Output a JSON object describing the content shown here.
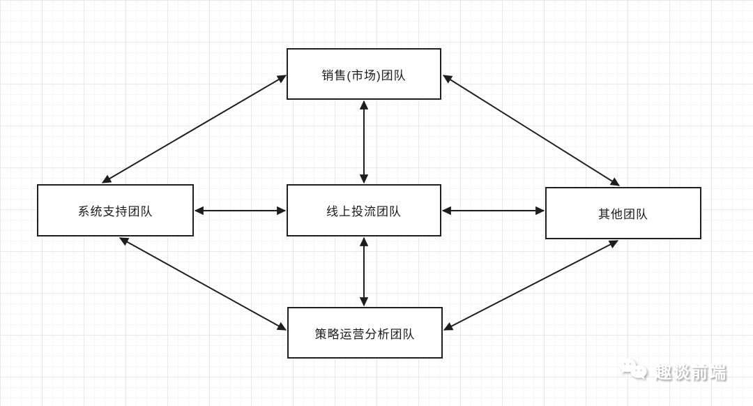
{
  "diagram": {
    "nodes": [
      {
        "id": "sales",
        "label": "销售(市场)团队"
      },
      {
        "id": "system-support",
        "label": "系统支持团队"
      },
      {
        "id": "online-traffic",
        "label": "线上投流团队"
      },
      {
        "id": "other",
        "label": "其他团队"
      },
      {
        "id": "strategy-ops",
        "label": "策略运营分析团队"
      }
    ],
    "edges": [
      {
        "from": "sales",
        "to": "system-support",
        "bidirectional": true
      },
      {
        "from": "sales",
        "to": "online-traffic",
        "bidirectional": true
      },
      {
        "from": "sales",
        "to": "other",
        "bidirectional": true
      },
      {
        "from": "system-support",
        "to": "online-traffic",
        "bidirectional": true
      },
      {
        "from": "online-traffic",
        "to": "other",
        "bidirectional": true
      },
      {
        "from": "system-support",
        "to": "strategy-ops",
        "bidirectional": true
      },
      {
        "from": "online-traffic",
        "to": "strategy-ops",
        "bidirectional": true
      },
      {
        "from": "other",
        "to": "strategy-ops",
        "bidirectional": true
      }
    ]
  },
  "watermark": {
    "icon": "wechat-icon",
    "text": "趣谈前端"
  },
  "colors": {
    "background": "#ffffff",
    "grid_minor": "#f6f6f6",
    "grid_major": "#e8e8e8",
    "box_fill": "#ffffff",
    "box_border": "#1f1f1f",
    "arrow": "#1d1d1d",
    "watermark_text": "#ffffff"
  }
}
